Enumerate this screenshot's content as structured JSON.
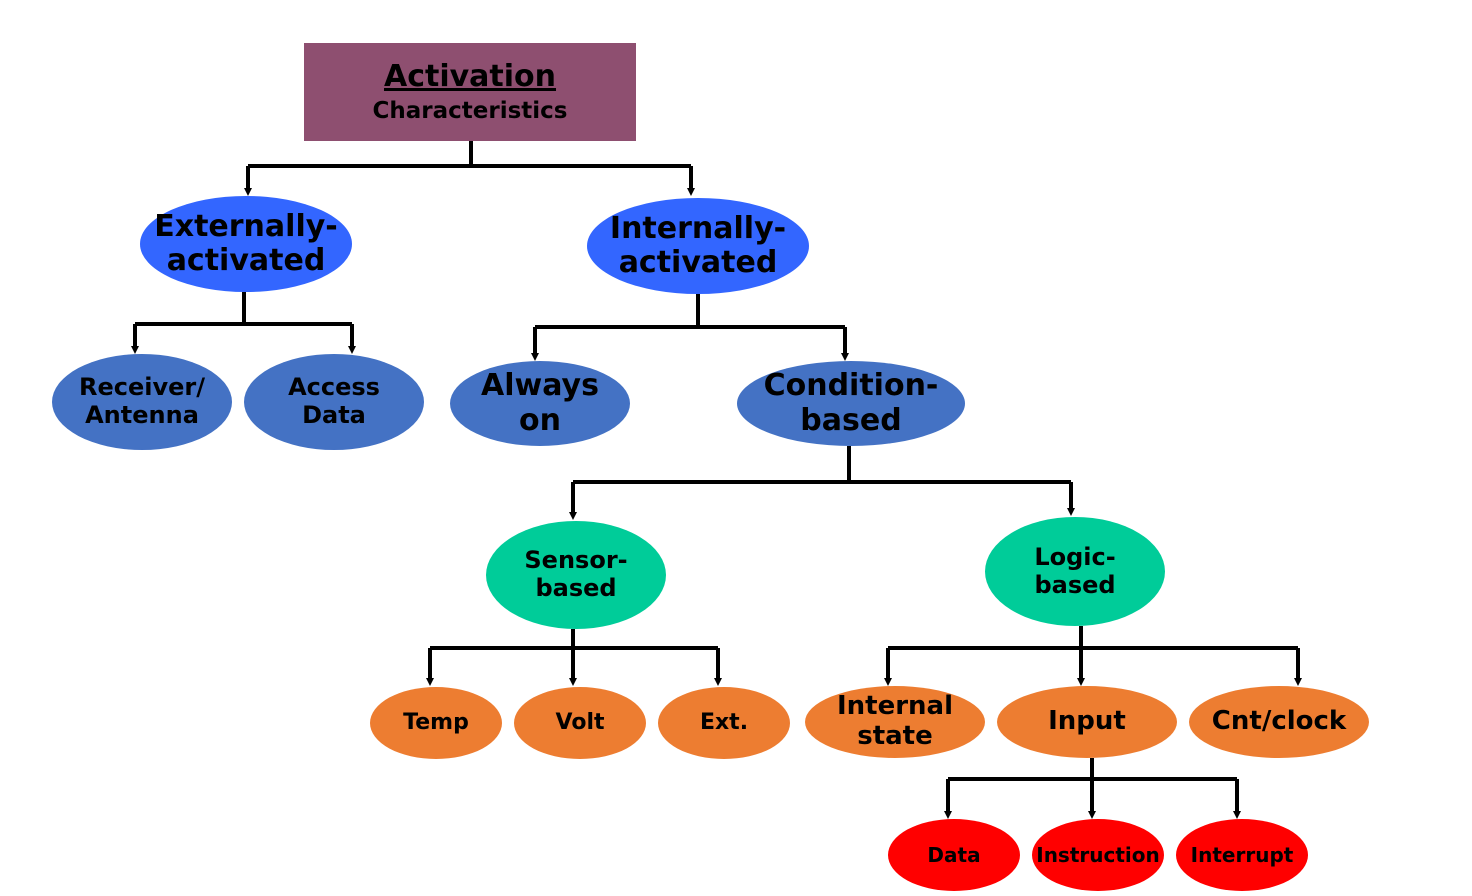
{
  "root": {
    "title": "Activation",
    "subtitle": "Characteristics"
  },
  "level1": {
    "external": [
      "Externally-",
      "activated"
    ],
    "internal": [
      "Internally-",
      "activated"
    ]
  },
  "external_children": {
    "receiver": [
      "Receiver/",
      "Antenna"
    ],
    "access": [
      "Access",
      "Data"
    ]
  },
  "internal_children": {
    "always": [
      "Always",
      "on"
    ],
    "condition": [
      "Condition-",
      "based"
    ]
  },
  "condition_children": {
    "sensor": [
      "Sensor-",
      "based"
    ],
    "logic": [
      "Logic-",
      "based"
    ]
  },
  "sensor_children": {
    "temp": "Temp",
    "volt": "Volt",
    "ext": "Ext."
  },
  "logic_children": {
    "internal_state": [
      "Internal",
      "state"
    ],
    "input": "Input",
    "cnt_clock": "Cnt/clock"
  },
  "input_children": {
    "data": "Data",
    "instruction": "Instruction",
    "interrupt": "Interrupt"
  },
  "colors": {
    "root": "#8e4f70",
    "level1": "#3366ff",
    "level2": "#4472c4",
    "level3": "#00cc99",
    "level4": "#ed7d31",
    "level5": "#ff0000",
    "connector": "#000000"
  }
}
